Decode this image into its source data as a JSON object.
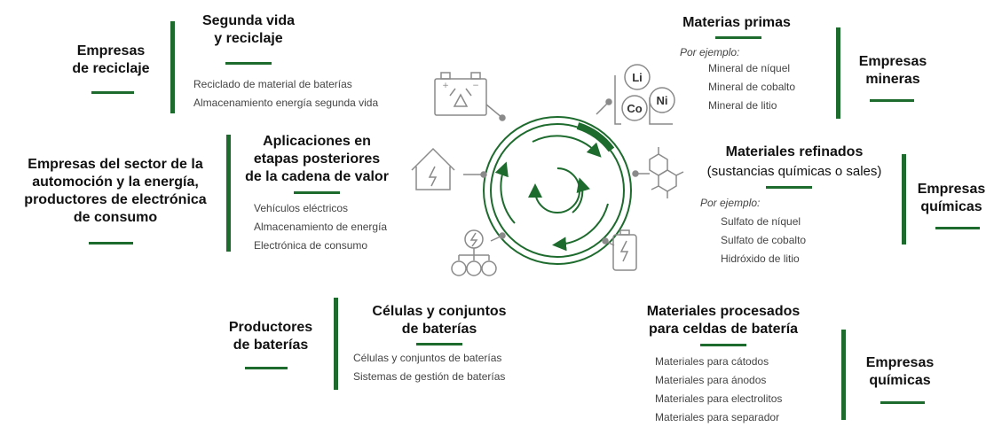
{
  "top_left": {
    "company": "Empresas\nde reciclaje",
    "title": "Segunda vida\ny reciclaje",
    "items": [
      "Reciclado de material de baterías",
      "Almacenamiento energía segunda vida"
    ]
  },
  "middle_left": {
    "company": "Empresas del sector de la\nautomoción y la energía,\nproductores de electrónica\nde consumo",
    "title": "Aplicaciones en\netapas posteriores\nde la cadena de valor",
    "items": [
      "Vehículos eléctricos",
      "Almacenamiento de energía",
      "Electrónica de consumo"
    ]
  },
  "bottom_left": {
    "company": "Productores\nde baterías",
    "title": "Células y conjuntos\nde baterías",
    "items": [
      "Células y conjuntos de baterías",
      "Sistemas de gestión de baterías"
    ]
  },
  "top_right": {
    "title": "Materias primas",
    "example_label": "Por ejemplo:",
    "items": [
      "Mineral de níquel",
      "Mineral de cobalto",
      "Mineral de litio"
    ],
    "company": "Empresas\nmineras"
  },
  "middle_right": {
    "title": "Materiales refinados",
    "subtitle": "(sustancias químicas o sales)",
    "example_label": "Por ejemplo:",
    "items": [
      "Sulfato de níquel",
      "Sulfato de cobalto",
      "Hidróxido de litio"
    ],
    "company": "Empresas\nquímicas"
  },
  "bottom_right": {
    "title": "Materiales procesados\npara celdas de batería",
    "items": [
      "Materiales para cátodos",
      "Materiales para ánodos",
      "Materiales para electrolitos",
      "Materiales para separador"
    ],
    "company": "Empresas\nquímicas"
  },
  "icons": {
    "elements": [
      "Li",
      "Co",
      "Ni"
    ],
    "battery_signs": [
      "+",
      "−"
    ]
  },
  "colors": {
    "accent": "#1e6b2e",
    "icon_stroke": "#8a8a8a"
  }
}
